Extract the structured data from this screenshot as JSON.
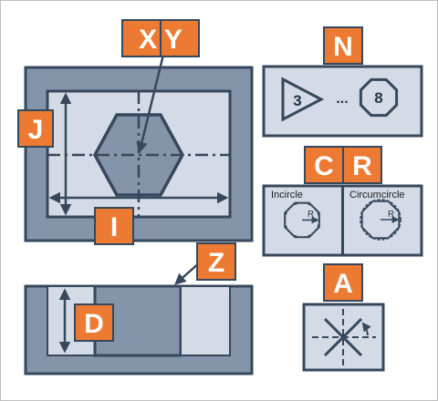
{
  "colors": {
    "background": "#ffffff",
    "outer_frame": "#8494ab",
    "panel_fill": "#d5dbe6",
    "dark_fill": "#8494ab",
    "line": "#36485c",
    "tag_fill": "#ec7a32",
    "tag_text": "#ffffff"
  },
  "tags": {
    "xy": "X Y",
    "j": "J",
    "i": "I",
    "z": "Z",
    "d": "D",
    "n": "N",
    "c": "C",
    "r": "R",
    "a": "A"
  },
  "polygon_panel": {
    "triangle_sides": "3",
    "ellipsis": "...",
    "octagon_sides": "8"
  },
  "circle_panel": {
    "incircle_label": "Incircle",
    "circumcircle_label": "Circumcircle",
    "radius_label": "R"
  },
  "icons": {
    "polygon_range": [
      "triangle-icon",
      "octagon-icon"
    ],
    "angle": "rotation-angle-icon",
    "center": "center-crosshair-icon"
  }
}
